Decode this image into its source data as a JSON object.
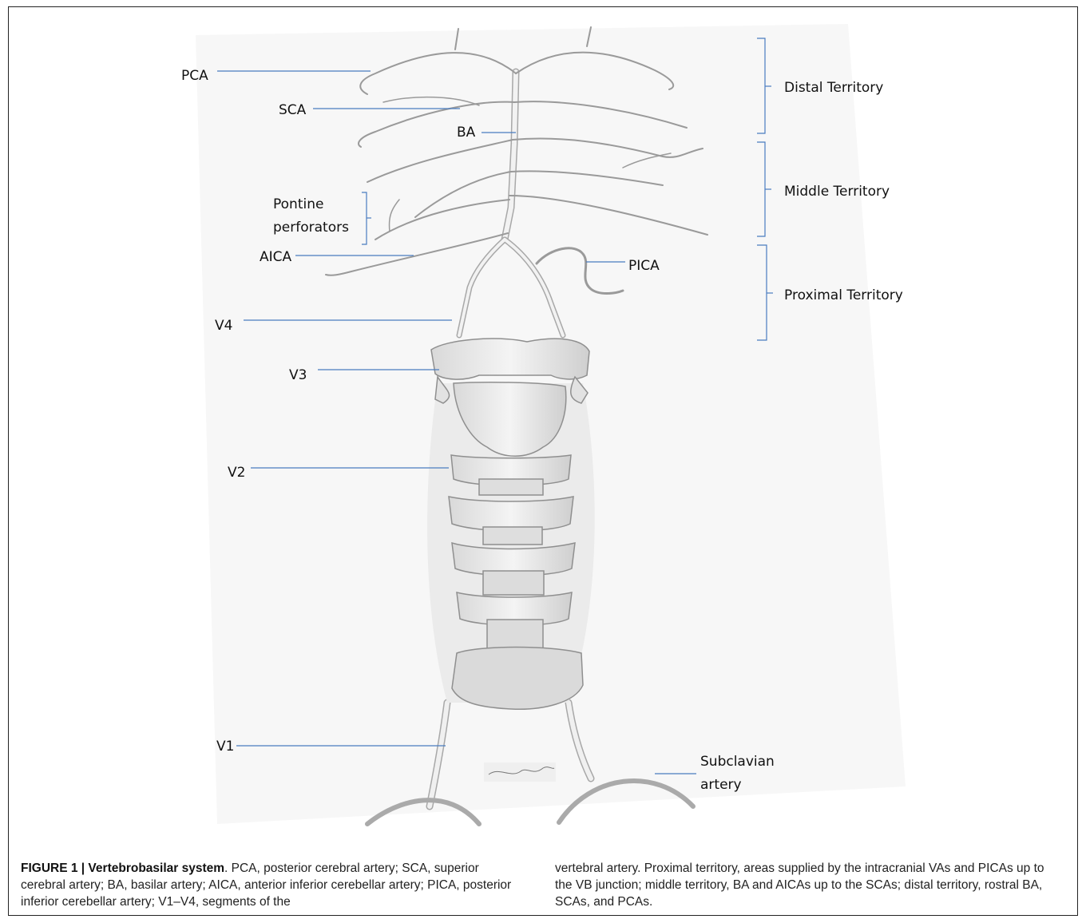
{
  "labels": {
    "pca": "PCA",
    "sca": "SCA",
    "ba": "BA",
    "pontine_line1": "Pontine",
    "pontine_line2": "perforators",
    "aica": "AICA",
    "pica": "PICA",
    "v4": "V4",
    "v3": "V3",
    "v2": "V2",
    "v1": "V1",
    "subclavian_line1": "Subclavian",
    "subclavian_line2": "artery"
  },
  "territories": {
    "distal": "Distal Territory",
    "middle": "Middle Territory",
    "proximal": "Proximal Territory"
  },
  "caption": {
    "figure_label": "FIGURE 1 | Vertebrobasilar system",
    "left_text": ". PCA, posterior cerebral artery; SCA, superior cerebral artery; BA, basilar artery; AICA, anterior inferior cerebellar artery; PICA, posterior inferior cerebellar artery; V1–V4, segments of the",
    "right_text": "vertebral artery. Proximal territory, areas supplied by the intracranial VAs and PICAs up to the VB junction; middle territory, BA and AICAs up to the SCAs; distal territory, rostral BA, SCAs, and PCAs."
  },
  "colors": {
    "leader_line": "#4a7cc0",
    "sketch": "#8a8a8a",
    "paper": "#f6f6f6"
  }
}
